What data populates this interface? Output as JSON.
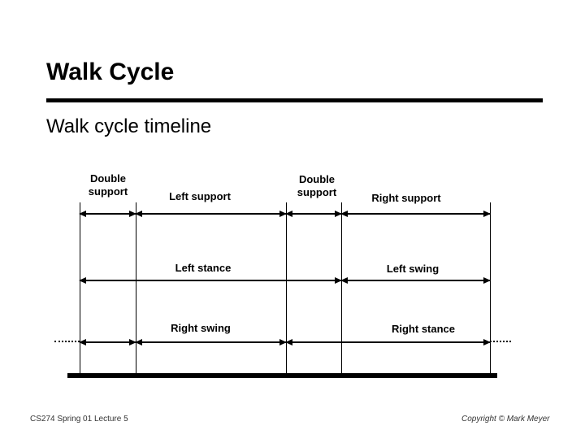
{
  "slide": {
    "title": "Walk Cycle",
    "subtitle": "Walk cycle timeline",
    "footer_left": "CS274 Spring 01 Lecture 5",
    "footer_right": "Copyright © Mark Meyer"
  },
  "diagram": {
    "top_row": {
      "double_support_left": "Double support",
      "left_support": "Left support",
      "double_support_right": "Double support",
      "right_support": "Right support"
    },
    "middle_row": {
      "left_stance": "Left stance",
      "left_swing": "Left swing"
    },
    "bottom_row": {
      "right_swing": "Right swing",
      "right_stance": "Right stance"
    }
  },
  "colors": {
    "background": "#ffffff",
    "line": "#000000",
    "text": "#000000",
    "footer_text": "#333333"
  }
}
